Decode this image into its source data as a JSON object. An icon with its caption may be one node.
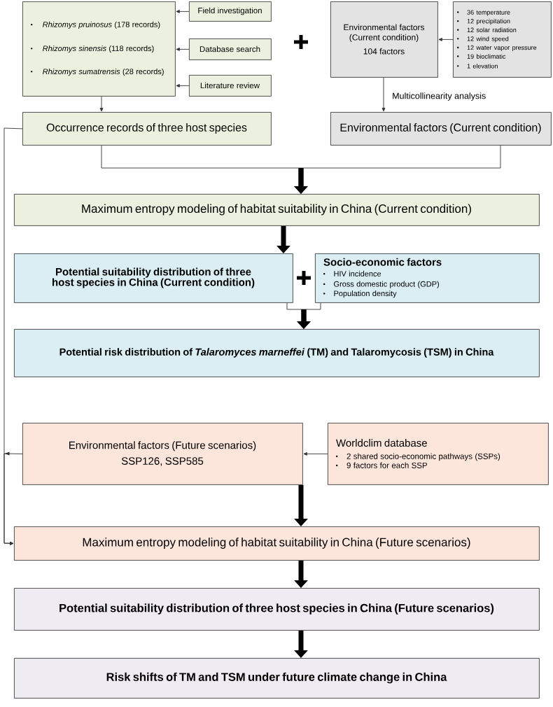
{
  "diagram": {
    "nodes": [
      {
        "text": [
          "*Rhizomys pruinosus* (178 records)",
          "*Rhizomys sinensis* (118 records)",
          "*Rhizomys sumatrensis* (28 records)"
        ]
      },
      {
        "text": [
          "Field investigation"
        ]
      },
      {
        "text": [
          "Database search"
        ]
      },
      {
        "text": [
          "Literature review"
        ]
      },
      {
        "text": [
          "Occurrence records of three host species"
        ]
      },
      {
        "text": [
          "Environmental factors (Current condition)",
          "104 factors"
        ]
      },
      {
        "text": [
          "36 temperature",
          "12 precipitation",
          "12 solar radiation",
          "12 wind speed",
          "12 water vapor pressure",
          "19 bioclimatic",
          "1 elevation"
        ]
      },
      {
        "text": [
          "Environmental factors (Current condition)"
        ]
      },
      {
        "text": [
          "Maximum entropy modeling of habitat suitability in China (Current condition)"
        ]
      },
      {
        "text": [
          "Potential suitability distribution of three host species in China (Current condition)"
        ]
      },
      {
        "text": [
          "Socio-economic factors",
          "HIV incidence",
          "Gross domestic product (GDP)",
          "Population density"
        ]
      },
      {
        "text": [
          "Potential risk distribution of *Talaromyces marneffei* (TM) and Talaromycosis (TSM) in China"
        ]
      },
      {
        "text": [
          "Environmental factors (Future scenarios)",
          "SSP126, SSP585"
        ]
      },
      {
        "text": [
          "Worldclim database",
          "2 shared socio-economic pathways (SSPs)",
          "9 factors for each SSP"
        ]
      },
      {
        "text": [
          "Maximum entropy modeling of habitat suitability in China (Future scenarios)"
        ]
      },
      {
        "text": [
          "Potential suitability distribution of three host species in China (Future scenarios)"
        ]
      },
      {
        "text": [
          "Risk shifts of TM and TSM under future climate change in China"
        ]
      }
    ],
    "edges": [
      {
        "from": 1,
        "to": 0,
        "arrow": "to"
      },
      {
        "from": 2,
        "to": 0,
        "arrow": "to"
      },
      {
        "from": 3,
        "to": 0,
        "arrow": "to"
      },
      {
        "from": 0,
        "to": 4,
        "arrow": "to"
      },
      {
        "from": 6,
        "to": 5,
        "arrow": "to"
      },
      {
        "from": 5,
        "to": 7,
        "arrow": "to",
        "label": "Multicollinearity analysis"
      },
      {
        "from": 4,
        "to": 8,
        "arrow": "to"
      },
      {
        "from": 7,
        "to": 8,
        "arrow": "to"
      },
      {
        "from": 8,
        "to": 9,
        "arrow": "to",
        "style": "thick"
      },
      {
        "from": 9,
        "to": 11,
        "arrow": "to"
      },
      {
        "from": 10,
        "to": 11,
        "arrow": "to"
      },
      {
        "from": 13,
        "to": 12,
        "arrow": "to"
      },
      {
        "from": 4,
        "to": 14,
        "arrow": "to"
      },
      {
        "from": 12,
        "to": 14,
        "arrow": "to"
      },
      {
        "from": 12,
        "to": 14,
        "arrow": "to",
        "style": "thick"
      },
      {
        "from": 14,
        "to": 15,
        "arrow": "to",
        "style": "thick"
      },
      {
        "from": 15,
        "to": 16,
        "arrow": "to",
        "style": "thick"
      }
    ]
  }
}
